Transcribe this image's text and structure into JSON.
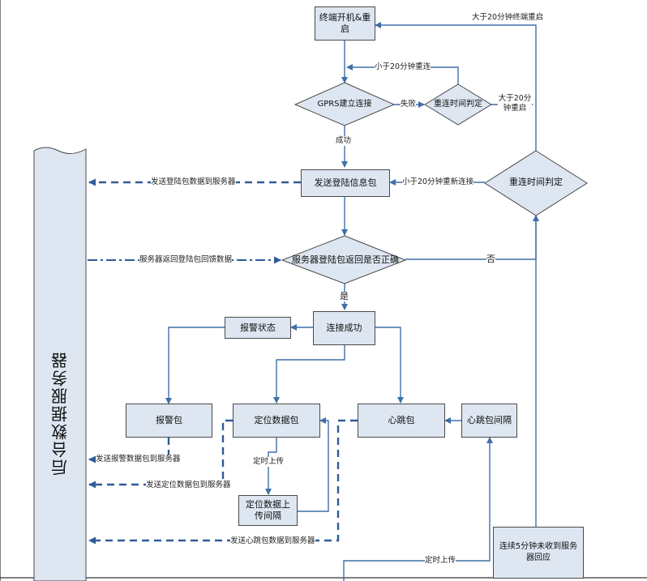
{
  "server": {
    "label": "后台数据服务器"
  },
  "nodes": {
    "terminal_boot": "终端开机&重启",
    "gprs_connect": "GPRS建立连接",
    "reconnect_time_check_top": "重连时间判定",
    "send_login": "发送登陆信息包",
    "reconnect_time_check_right": "重连时间判定",
    "login_reply_check": "服务器登陆包返回是否正确",
    "connected": "连接成功",
    "alarm_state": "报警状态",
    "alarm_packet": "报警包",
    "location_packet": "定位数据包",
    "heartbeat_packet": "心跳包",
    "heartbeat_interval": "心跳包间隔",
    "location_upload_interval": "定位数据上传间隔",
    "no_reply_restart": "连续5分钟未收到服务器回应"
  },
  "labels": {
    "gt20_restart": "大于20分钟终端重启",
    "lt20_reconnect": "小于20分钟重连",
    "fail": "失败",
    "gt20_restart_2": "大于20分钟重启",
    "success": "成功",
    "lt20_new_connect": "小于20分钟重新连接",
    "send_login_to_server": "发送登陆包数据到服务器",
    "server_login_reply": "服务器返回登陆包回馈数据",
    "no": "否",
    "yes": "是",
    "send_alarm_to_server": "发送报警数据包到服务器",
    "timed_upload_1": "定时上传",
    "send_location_to_server": "发送定位数据包到服务器",
    "send_heartbeat_to_server": "发送心跳包数据到服务器",
    "timed_upload_2": "定时上传"
  },
  "colors": {
    "box_fill": "#dde6f1",
    "line_blue": "#3f6fa8",
    "dashed_blue": "#2f5b99",
    "border": "#4a4a4a"
  }
}
